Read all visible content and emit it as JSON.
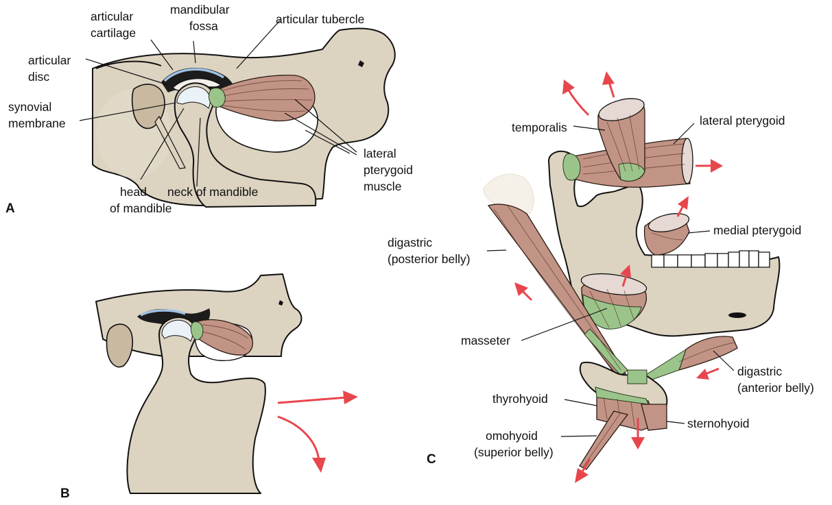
{
  "panels": {
    "a": "A",
    "b": "B",
    "c": "C"
  },
  "labels_a": {
    "articular_cartilage": [
      "articular",
      "cartilage"
    ],
    "mandibular_fossa": [
      "mandibular",
      "fossa"
    ],
    "articular_tubercle": "articular tubercle",
    "articular_disc": [
      "articular",
      "disc"
    ],
    "synovial_membrane": [
      "synovial",
      "membrane"
    ],
    "lateral_pterygoid_muscle": [
      "lateral",
      "pterygoid",
      "muscle"
    ],
    "head_of_mandible": [
      "head",
      "of mandible"
    ],
    "neck_of_mandible": "neck of mandible"
  },
  "labels_c": {
    "temporalis": "temporalis",
    "lateral_pterygoid": "lateral pterygoid",
    "medial_pterygoid": "medial pterygoid",
    "digastric_posterior": [
      "digastric",
      "(posterior belly)"
    ],
    "masseter": "masseter",
    "digastric_anterior": [
      "digastric",
      "(anterior belly)"
    ],
    "thyrohyoid": "thyrohyoid",
    "sternohyoid": "sternohyoid",
    "omohyoid": [
      "omohyoid",
      "(superior belly)"
    ]
  },
  "colors": {
    "bone": "#dcd3c1",
    "muscle": "#c29486",
    "tendon": "#9bc48a",
    "cartilage": "#9fc2e3",
    "arrow": "#e8464d"
  }
}
